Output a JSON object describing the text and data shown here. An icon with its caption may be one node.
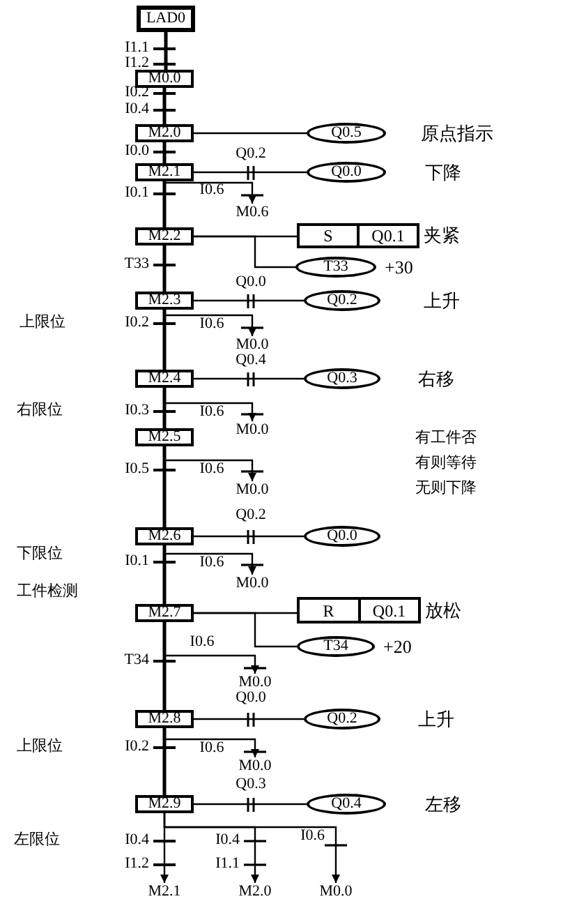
{
  "diagram": {
    "nodes": [
      {
        "text": [
          "LAD0"
        ]
      },
      {
        "text": [
          "M0.0"
        ]
      },
      {
        "text": [
          "M2.0"
        ]
      },
      {
        "text": [
          "Q0.5"
        ],
        "beside": [
          "原点指示"
        ]
      },
      {
        "text": [
          "M2.1"
        ]
      },
      {
        "text": [
          "Q0.0"
        ],
        "beside": [
          "下降"
        ]
      },
      {
        "text": [
          "M0.6"
        ]
      },
      {
        "text": [
          "M2.2"
        ]
      },
      {
        "text": [
          "S",
          "Q0.1"
        ],
        "beside": [
          "夹紧"
        ]
      },
      {
        "text": [
          "T33"
        ],
        "beside": [
          "+30"
        ]
      },
      {
        "text": [
          "M2.3"
        ]
      },
      {
        "text": [
          "Q0.2"
        ],
        "beside": [
          "上升"
        ]
      },
      {
        "text": [
          "M0.0"
        ]
      },
      {
        "text": [
          "M2.4"
        ]
      },
      {
        "text": [
          "Q0.3"
        ],
        "beside": [
          "右移"
        ]
      },
      {
        "text": [
          "M0.0"
        ]
      },
      {
        "text": [
          "M2.5"
        ]
      },
      {
        "text": [
          "M0.0"
        ]
      },
      {
        "text": [
          "M2.6"
        ]
      },
      {
        "text": [
          "Q0.0"
        ]
      },
      {
        "text": [
          "M0.0"
        ]
      },
      {
        "text": [
          "M2.7"
        ]
      },
      {
        "text": [
          "R",
          "Q0.1"
        ],
        "beside": [
          "放松"
        ]
      },
      {
        "text": [
          "T34"
        ],
        "beside": [
          "+20"
        ]
      },
      {
        "text": [
          "M0.0"
        ]
      },
      {
        "text": [
          "M2.8"
        ]
      },
      {
        "text": [
          "Q0.2"
        ],
        "beside": [
          "上升"
        ]
      },
      {
        "text": [
          "M0.0"
        ]
      },
      {
        "text": [
          "M2.9"
        ]
      },
      {
        "text": [
          "Q0.4"
        ],
        "beside": [
          "左移"
        ]
      },
      {
        "text": [
          "M2.1"
        ]
      },
      {
        "text": [
          "M2.0"
        ]
      },
      {
        "text": [
          "M0.0"
        ]
      }
    ],
    "edges": [
      {
        "from": 0,
        "to": 1,
        "arrow": "none"
      },
      {
        "from": 1,
        "to": 2,
        "arrow": "none"
      },
      {
        "from": 2,
        "to": 4,
        "arrow": "none"
      },
      {
        "from": 4,
        "to": 7,
        "arrow": "none"
      },
      {
        "from": 7,
        "to": 10,
        "arrow": "none"
      },
      {
        "from": 10,
        "to": 13,
        "arrow": "none"
      },
      {
        "from": 13,
        "to": 16,
        "arrow": "none"
      },
      {
        "from": 16,
        "to": 18,
        "arrow": "none"
      },
      {
        "from": 18,
        "to": 21,
        "arrow": "none"
      },
      {
        "from": 21,
        "to": 25,
        "arrow": "none"
      },
      {
        "from": 25,
        "to": 28,
        "arrow": "none"
      },
      {
        "from": 2,
        "to": 3,
        "arrow": "none"
      },
      {
        "from": 4,
        "to": 5,
        "arrow": "none"
      },
      {
        "from": 7,
        "to": 8,
        "arrow": "none"
      },
      {
        "from": 7,
        "to": 9,
        "arrow": "none"
      },
      {
        "from": 10,
        "to": 11,
        "arrow": "none"
      },
      {
        "from": 13,
        "to": 14,
        "arrow": "none"
      },
      {
        "from": 18,
        "to": 19,
        "arrow": "none"
      },
      {
        "from": 21,
        "to": 22,
        "arrow": "none"
      },
      {
        "from": 21,
        "to": 23,
        "arrow": "none"
      },
      {
        "from": 25,
        "to": 26,
        "arrow": "none"
      },
      {
        "from": 28,
        "to": 29,
        "arrow": "none"
      },
      {
        "from": 4,
        "to": 6,
        "arrow": "to"
      },
      {
        "from": 10,
        "to": 12,
        "arrow": "to"
      },
      {
        "from": 13,
        "to": 15,
        "arrow": "to"
      },
      {
        "from": 16,
        "to": 17,
        "arrow": "to"
      },
      {
        "from": 18,
        "to": 20,
        "arrow": "to"
      },
      {
        "from": 21,
        "to": 24,
        "arrow": "to"
      },
      {
        "from": 25,
        "to": 27,
        "arrow": "to"
      },
      {
        "from": 28,
        "to": 30,
        "arrow": "to"
      },
      {
        "from": 28,
        "to": 31,
        "arrow": "to"
      },
      {
        "from": 28,
        "to": 32,
        "arrow": "to"
      }
    ],
    "labels": [
      "I1.1",
      "I1.2",
      "I0.2",
      "I0.4",
      "I0.0",
      "Q0.2",
      "I0.1",
      "I0.6",
      "T33",
      "Q0.0",
      "上限位",
      "I0.2",
      "I0.6",
      "Q0.4",
      "右限位",
      "I0.3",
      "I0.6",
      "有工件否",
      "I0.5",
      "I0.6",
      "有则等待",
      "无则下降",
      "Q0.2",
      "下限位",
      "I0.1",
      "I0.6",
      "工件检测",
      "I0.6",
      "T34",
      "Q0.0",
      "上限位",
      "I0.2",
      "I0.6",
      "Q0.3",
      "左限位",
      "I0.4",
      "I0.4",
      "I0.6",
      "I1.2",
      "I1.1"
    ]
  }
}
